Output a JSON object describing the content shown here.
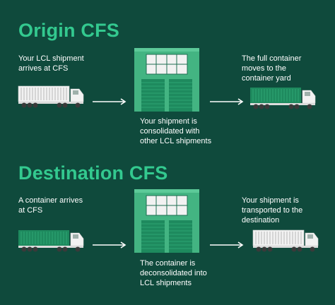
{
  "colors": {
    "background": "#0f4a3c",
    "accent": "#33c98f",
    "text": "#ffffff",
    "container_green": "#1e8a5e",
    "container_white": "#f2f2f2",
    "building_green": "#43b482"
  },
  "origin": {
    "heading": "Origin CFS",
    "step1": "Your LCL shipment\narrives at CFS",
    "step2": "Your shipment is\nconsolidated with\nother LCL shipments",
    "step3": "The full container\nmoves to the\ncontainer yard"
  },
  "destination": {
    "heading": "Destination CFS",
    "step1": "A container arrives\nat CFS",
    "step2": "The container is\ndeconsolidated into\nLCL shipments",
    "step3": "Your shipment is\ntransported to the\ndestination"
  },
  "icons": {
    "truck_white": "truck-icon",
    "truck_green": "truck-icon",
    "warehouse": "warehouse-icon",
    "arrow": "arrow-right-icon"
  }
}
